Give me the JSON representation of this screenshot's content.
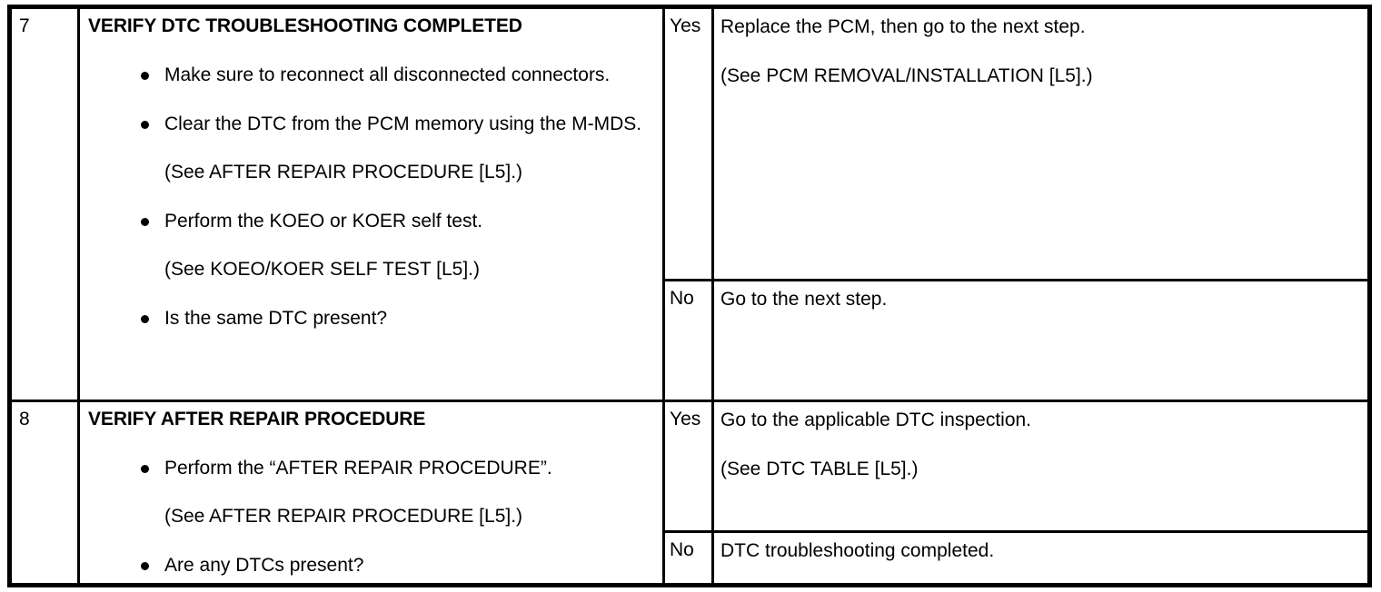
{
  "document": {
    "kind": "service-manual-troubleshooting-table",
    "column_headers_visible": false
  },
  "table": {
    "steps": [
      {
        "number": "7",
        "title": "VERIFY DTC TROUBLESHOOTING COMPLETED",
        "items": [
          {
            "type": "bullet",
            "text": "Make sure to reconnect all disconnected connectors."
          },
          {
            "type": "bullet",
            "text": "Clear the DTC from the PCM memory using the M-MDS."
          },
          {
            "type": "note",
            "text": "(See AFTER REPAIR PROCEDURE [L5].)"
          },
          {
            "type": "bullet",
            "text": "Perform the KOEO or KOER self test."
          },
          {
            "type": "note",
            "text": "(See KOEO/KOER SELF TEST [L5].)"
          },
          {
            "type": "bullet",
            "text": "Is the same DTC present?"
          }
        ],
        "results": [
          {
            "label": "Yes",
            "lines": [
              "Replace the PCM, then go to the next step.",
              "(See PCM REMOVAL/INSTALLATION [L5].)"
            ]
          },
          {
            "label": "No",
            "lines": [
              "Go to the next step."
            ]
          }
        ]
      },
      {
        "number": "8",
        "title": "VERIFY AFTER REPAIR PROCEDURE",
        "items": [
          {
            "type": "bullet",
            "text": "Perform the “AFTER REPAIR PROCEDURE”."
          },
          {
            "type": "note",
            "text": "(See AFTER REPAIR PROCEDURE [L5].)"
          },
          {
            "type": "bullet",
            "text": "Are any DTCs present?"
          }
        ],
        "results": [
          {
            "label": "Yes",
            "lines": [
              "Go to the applicable DTC inspection.",
              "(See DTC TABLE [L5].)"
            ]
          },
          {
            "label": "No",
            "lines": [
              "DTC troubleshooting completed."
            ]
          }
        ]
      }
    ]
  },
  "colors": {
    "ink": "#000000",
    "paper": "#ffffff"
  }
}
